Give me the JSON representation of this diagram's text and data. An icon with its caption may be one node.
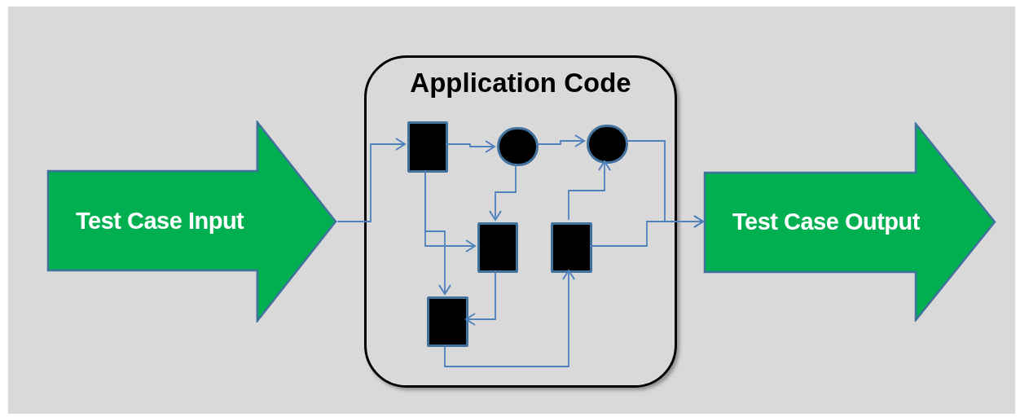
{
  "diagram": {
    "nodes": [
      {
        "text": [
          "Test Case Input"
        ]
      },
      {
        "text": [
          "Application Code"
        ]
      },
      {
        "text": [],
        "shape": "box",
        "in": 1
      },
      {
        "text": [],
        "shape": "circle",
        "in": 1
      },
      {
        "text": [],
        "shape": "circle",
        "in": 1
      },
      {
        "text": [],
        "shape": "box",
        "in": 1
      },
      {
        "text": [],
        "shape": "box",
        "in": 1
      },
      {
        "text": [],
        "shape": "box",
        "in": 1
      },
      {
        "text": [
          "Test Case Output"
        ]
      }
    ],
    "edges": [
      {
        "from": 0,
        "to": 2,
        "arrow": "to"
      },
      {
        "from": 2,
        "to": 3,
        "arrow": "to"
      },
      {
        "from": 3,
        "to": 4,
        "arrow": "to"
      },
      {
        "from": 2,
        "to": 5,
        "arrow": "to"
      },
      {
        "from": 2,
        "to": 7,
        "arrow": "to"
      },
      {
        "from": 3,
        "to": 5,
        "arrow": "to"
      },
      {
        "from": 5,
        "to": 7,
        "arrow": "to"
      },
      {
        "from": 7,
        "to": 6,
        "arrow": "to"
      },
      {
        "from": 6,
        "to": 4,
        "arrow": "to"
      },
      {
        "from": 4,
        "to": 8,
        "arrow": "to"
      },
      {
        "from": 6,
        "to": 8,
        "arrow": "to"
      }
    ]
  }
}
